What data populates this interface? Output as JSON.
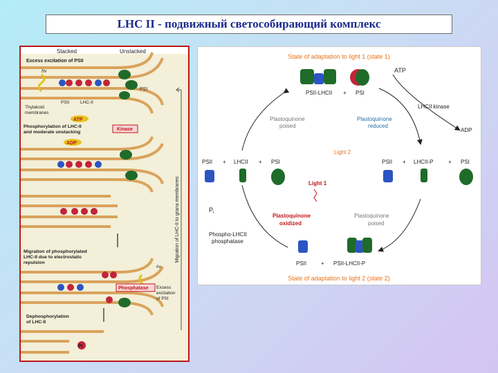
{
  "title": "LHC II - подвижный светособирающий комплекс",
  "left": {
    "stacked": "Stacked",
    "unstacked": "Unstacked",
    "excess_psii": "Excess excitation of PSII",
    "hv": "hν",
    "psi": "PSI",
    "psii": "PSII",
    "lhcii": "LHC-II",
    "thylakoid1": "Thylakoid",
    "thylakoid2": "membranes",
    "atp": "ATP",
    "phos1": "Phosphorylation of LHC-II",
    "phos2": "and moderate unstacking",
    "kinase": "Kinase",
    "adp": "ADP",
    "side": "Migration of LHC-II to grana membranes",
    "mig1": "Migration of phosphorylated",
    "mig2": "LHC-II due to electrostatic",
    "mig3": "repulsion",
    "hv2": "hν",
    "ex_psi1": "Excess",
    "ex_psi2": "excitation",
    "ex_psi3": "of PSI",
    "deph1": "Dephosphorylation",
    "deph2": "of LHC-II",
    "phosphatase": "Phosphatase",
    "pi": "Pi"
  },
  "right": {
    "state1": "State of adaptation to light 1 (state 1)",
    "psii_lhcii": "PSII-LHCII",
    "plus": "+",
    "psi": "PSI",
    "atp": "ATP",
    "kinase": "LHCII kinase",
    "adp": "ADP",
    "pq_poised": "Plastoquinone",
    "poised": "poised",
    "pq_reduced": "Plastoquinone",
    "reduced": "reduced",
    "light2": "Light 2",
    "psii": "PSII",
    "lhcii": "LHCII",
    "lhcii_p": "LHCII-P",
    "light1": "Light 1",
    "pi": "P",
    "pi_sub": "i",
    "pq_oxidized": "Plastoquinone",
    "oxidized": "oxidized",
    "pq_poised2": "Plastoquinone",
    "poised2": "poised",
    "phospho1": "Phospho-LHCII",
    "phospho2": "phosphatase",
    "psii_lhcii_p": "PSII-LHCII-P",
    "state2": "State of adaptation to light 2 (state 2)"
  },
  "colors": {
    "title_text": "#1a2b8c",
    "orange": "#e8731a",
    "red_label": "#c0161b",
    "green_label": "#5a9c2e",
    "blue_label": "#2a6ea5",
    "membrane": "#d9a35c",
    "green_protein": "#1f6b2a",
    "red_protein": "#c3243a",
    "blue_protein": "#2c55c2"
  }
}
